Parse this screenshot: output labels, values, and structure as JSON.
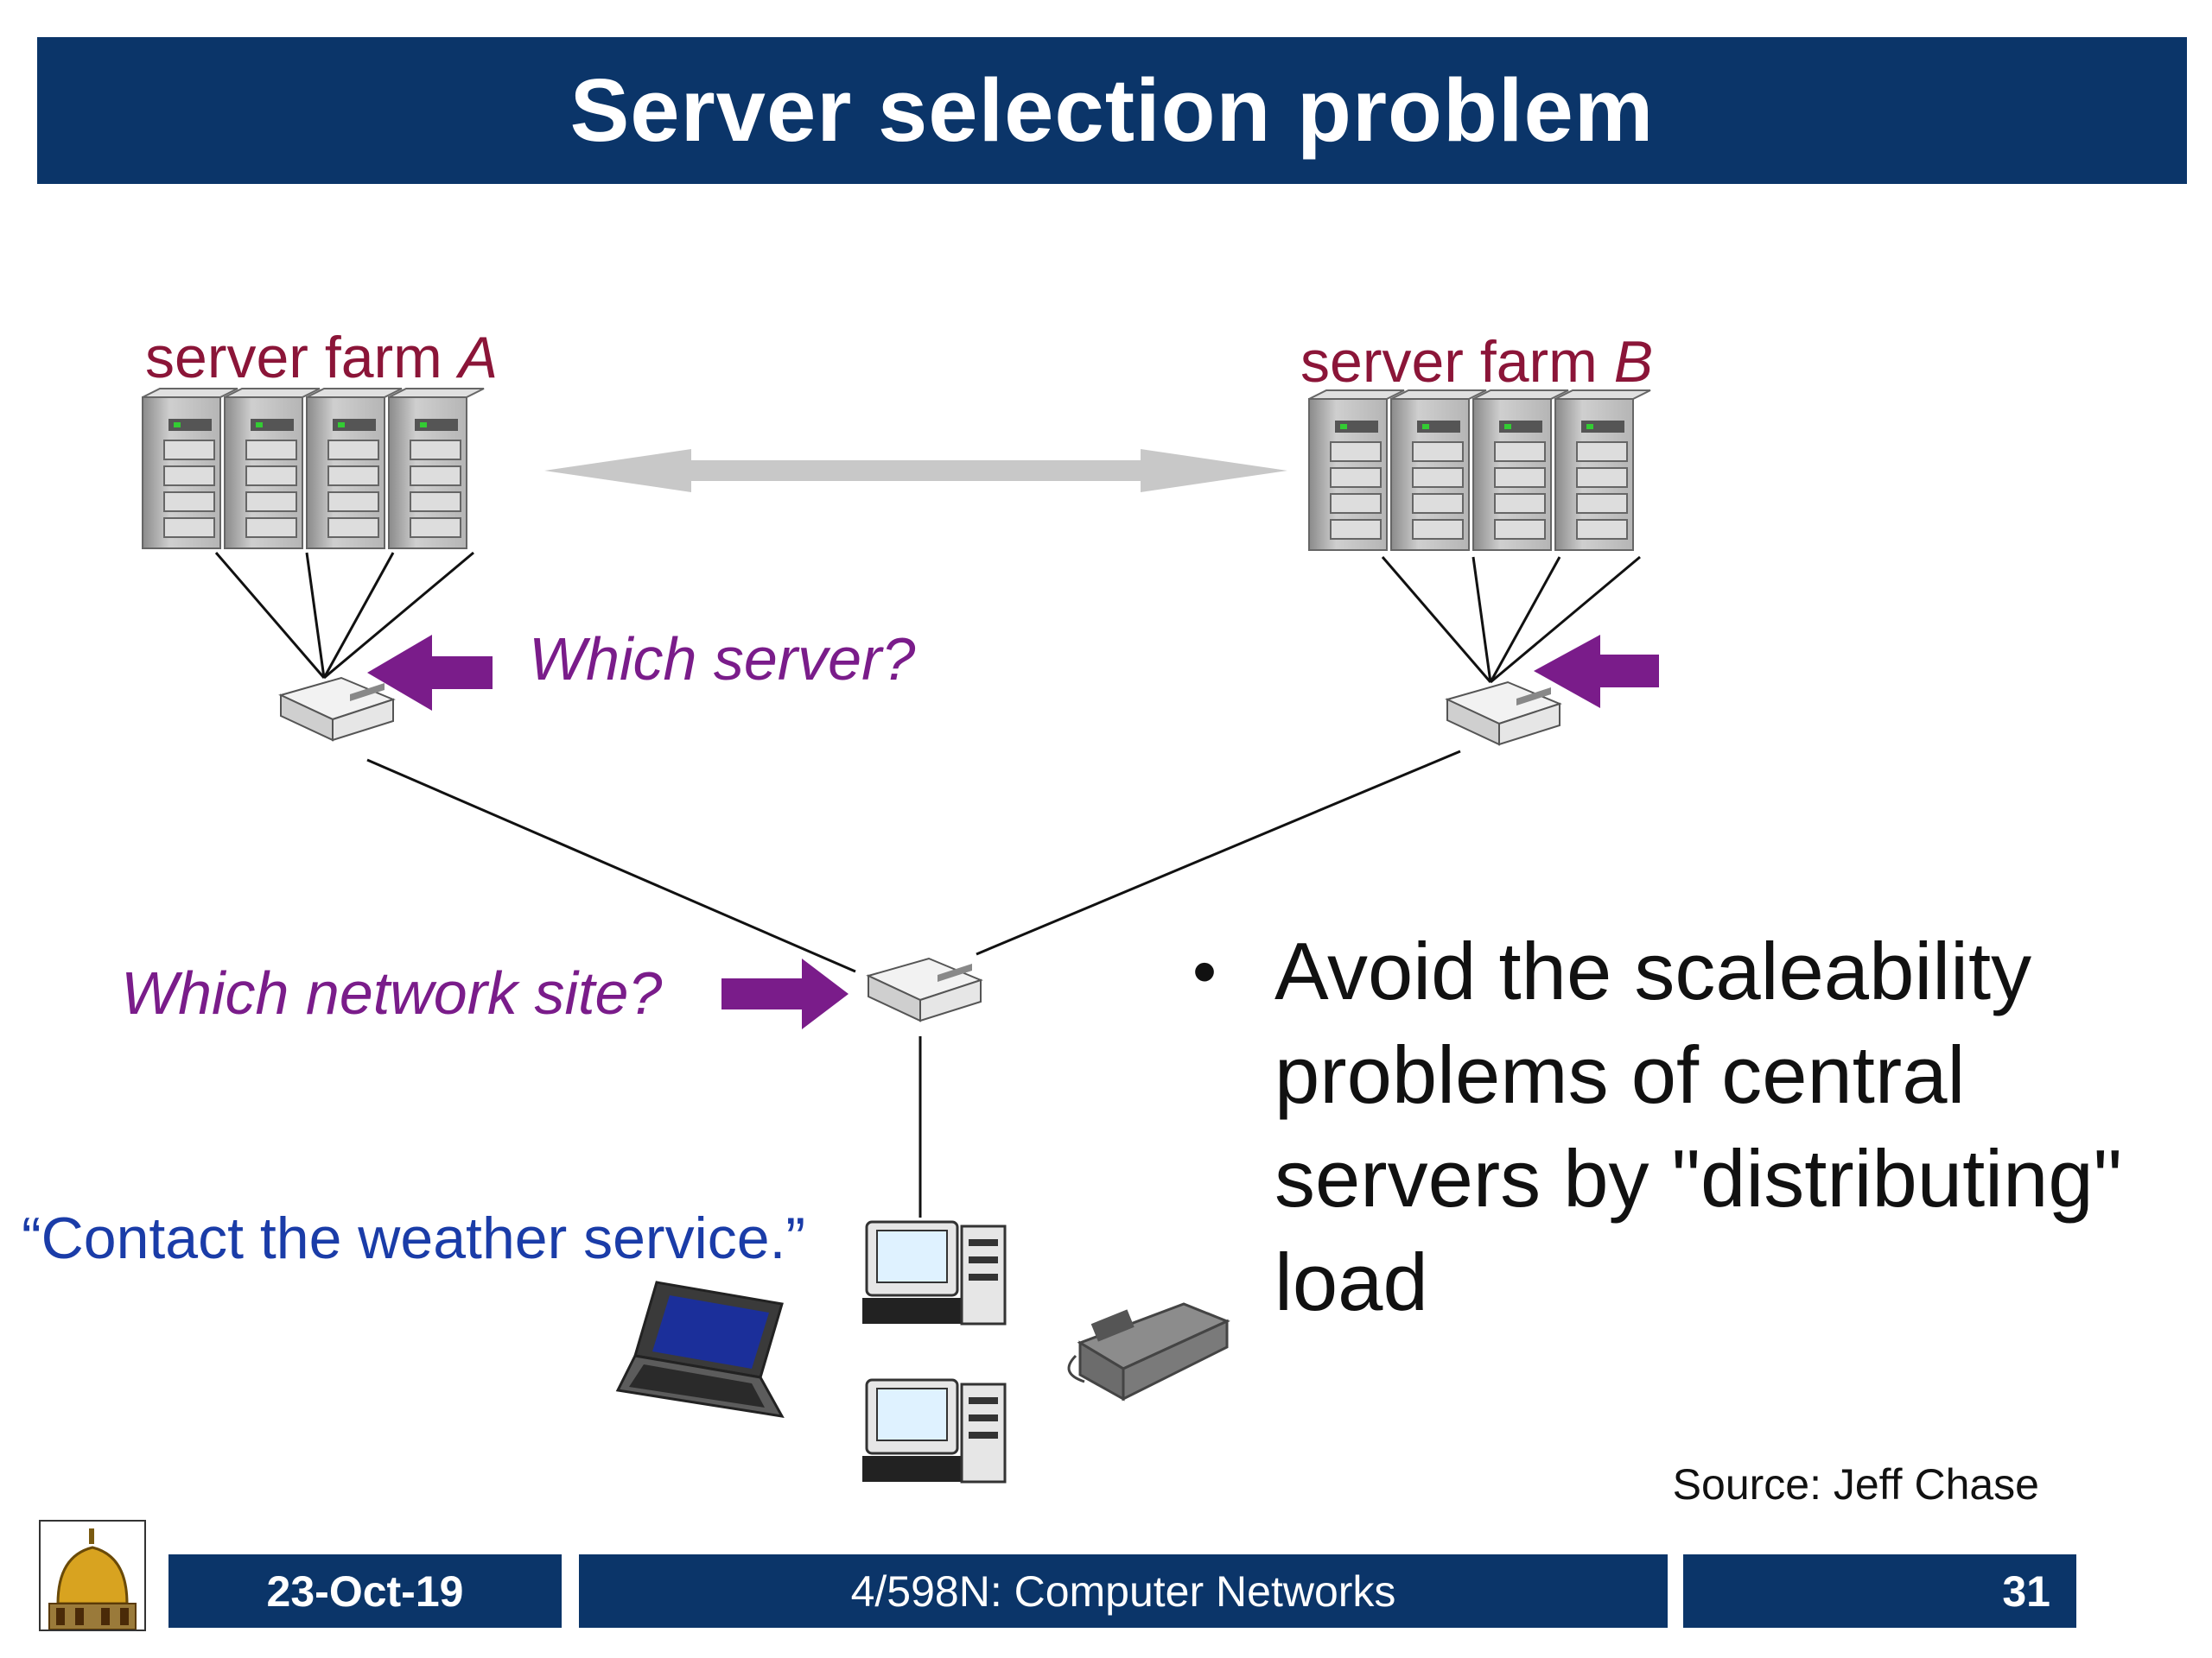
{
  "title": "Server selection problem",
  "diagram": {
    "farm_a_label": "server farm ",
    "farm_a_letter": "A",
    "farm_b_label": "server farm ",
    "farm_b_letter": "B",
    "which_server": "Which server?",
    "which_site": "Which network site?",
    "client_quote": "“Contact the weather service.”"
  },
  "bullets": [
    "Avoid the scaleability problems of central servers by \"distributing\" load"
  ],
  "source": "Source: Jeff Chase",
  "footer": {
    "date": "23-Oct-19",
    "course": "4/598N: Computer Networks",
    "page": "31"
  },
  "colors": {
    "bar": "#0b3569",
    "arrow": "#7a1c8a",
    "farm_label": "#8b1538",
    "quote": "#1a3ca8"
  }
}
